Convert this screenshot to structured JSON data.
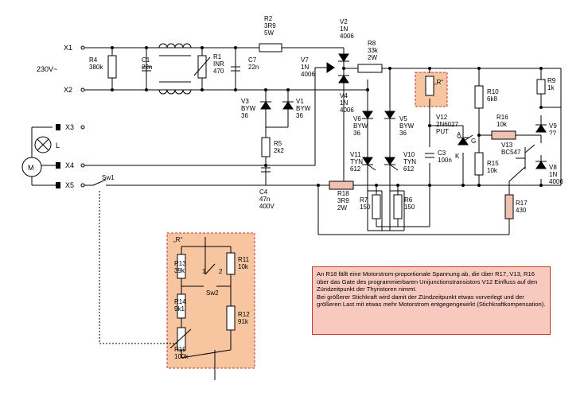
{
  "terminals": {
    "x1": "X1",
    "x2": "X2",
    "x3": "X3",
    "x4": "X4",
    "x5": "X5"
  },
  "supply": "230V~",
  "motor": "M",
  "lamp": "L",
  "switch_sw1": "Sw1",
  "switch_sw2": "Sw2",
  "sw2_pos1": "1",
  "sw2_pos2": "2",
  "components": {
    "r4": [
      "R4",
      "380k"
    ],
    "c1": [
      "C1",
      "22n"
    ],
    "r1": [
      "R1",
      "INR",
      "470"
    ],
    "c7": [
      "C7",
      "22n"
    ],
    "r2": [
      "R2",
      "3R9",
      "5W"
    ],
    "v2": [
      "V2",
      "1N",
      "4006"
    ],
    "r8": [
      "R8",
      "33k",
      "2W"
    ],
    "v7": [
      "V7",
      "1N",
      "4006"
    ],
    "v4": [
      "V4",
      "1N",
      "4006"
    ],
    "v3": [
      "V3",
      "BYW",
      "36"
    ],
    "v1": [
      "V1",
      "BYW",
      "36"
    ],
    "r5": [
      "R5",
      "2k2"
    ],
    "c4": [
      "C4",
      "47n",
      "400V"
    ],
    "v6": [
      "V6",
      "BYW",
      "36"
    ],
    "v5": [
      "V5",
      "BYW",
      "36"
    ],
    "v11": [
      "V11",
      "TYN",
      "612"
    ],
    "v10": [
      "V10",
      "TYN",
      "612"
    ],
    "r7": [
      "R7",
      "150"
    ],
    "r6": [
      "R6",
      "150"
    ],
    "r18": [
      "R18",
      "3R9",
      "2W"
    ],
    "c3": [
      "C3",
      "100n"
    ],
    "v12": [
      "V12",
      "2N6027",
      "PUT"
    ],
    "r10": [
      "R10",
      "6k8"
    ],
    "r15": [
      "R15",
      "10k"
    ],
    "r16": [
      "R16",
      "10k"
    ],
    "v13": [
      "V13",
      "BC547"
    ],
    "r9": [
      "R9",
      "1k"
    ],
    "v9": [
      "V9",
      "??"
    ],
    "v8": [
      "V8",
      "1N",
      "4006"
    ],
    "r17": [
      "R17",
      "430"
    ],
    "r13": [
      "R13",
      "39k"
    ],
    "r11": [
      "R11",
      "10k"
    ],
    "r14": [
      "R14",
      "9k1"
    ],
    "r12": [
      "R12",
      "91k"
    ],
    "r19": [
      "R19",
      "100k"
    ]
  },
  "pins": {
    "a": "A",
    "k": "K",
    "g": "G"
  },
  "r_marker_top": "„R“",
  "r_marker_box": "„R“",
  "note": {
    "p1": "An R18 fällt eine Motorstrom-proportionale Spannung ab, die über R17, V13, R16 über das Gate des programmierbaren Unijunctionstransistors V12 Einfluss auf den Zündzeitpunkt der Thyristoren nimmt.",
    "p2": "Bei größerer Stichkraft wird damit der Zündzeitpunkt etwas vorverlegt und der größeren Last mit etwas mehr Motorstrom entgegengewirkt (Stichkraftkompensation)."
  },
  "colors": {
    "highlight_box": "#f7c59f",
    "highlight_border": "#c0392b",
    "note_bg": "#f7c9bf",
    "resistor_highlight": "#f0c2b4"
  }
}
